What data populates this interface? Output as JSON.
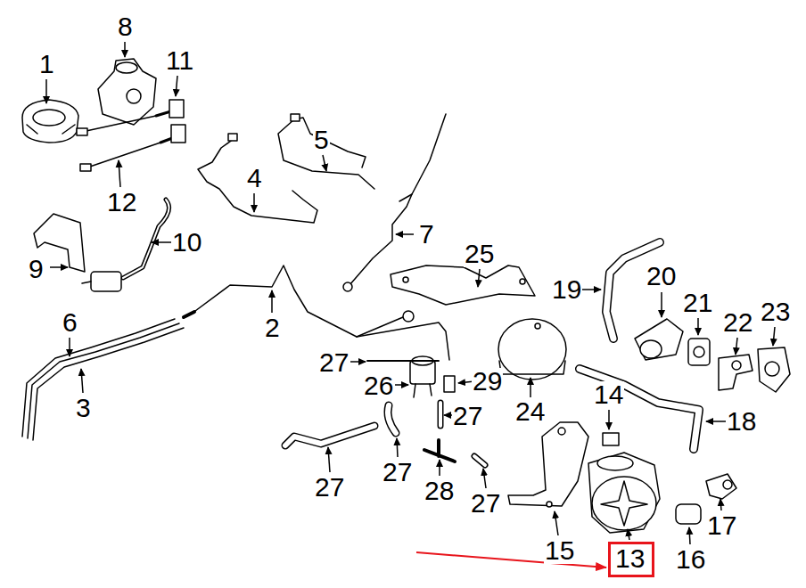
{
  "diagram": {
    "nodes": [
      {
        "text": [
          "13"
        ]
      }
    ],
    "labels": [
      "8",
      "1",
      "11",
      "5",
      "4",
      "12",
      "7",
      "10",
      "9",
      "25",
      "19",
      "20",
      "21",
      "22",
      "23",
      "6",
      "2",
      "27",
      "26",
      "29",
      "24",
      "14",
      "3",
      "27",
      "18",
      "27",
      "27",
      "28",
      "27",
      "15",
      "16",
      "17"
    ]
  }
}
